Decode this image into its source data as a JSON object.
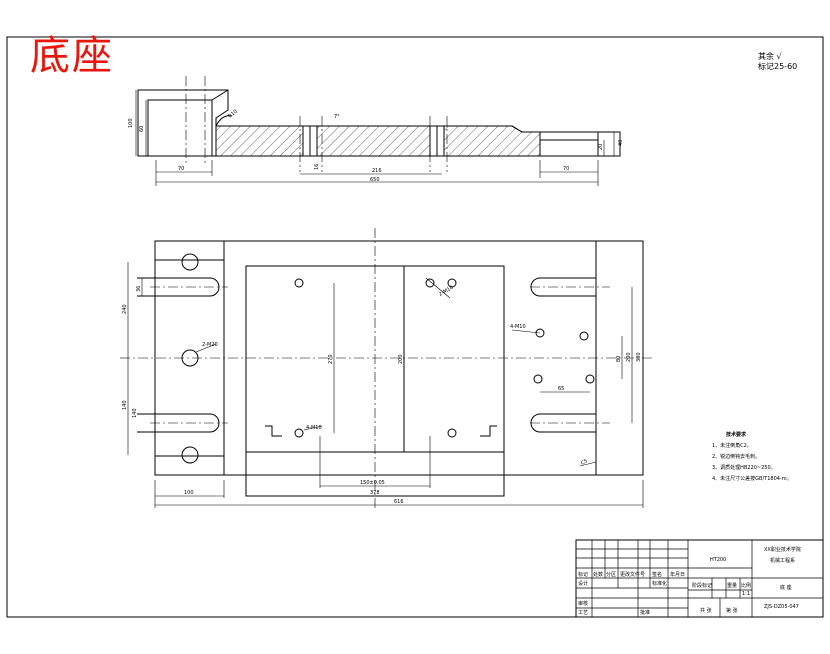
{
  "title_stamp": "底座",
  "roughness_note": {
    "line1": "其余 √",
    "line2": "标记25-60"
  },
  "side_view": {
    "dim_height_100": "100",
    "dim_height_60": "60",
    "dim_radius": "R10",
    "dim_left_70": "70",
    "dim_center_216": "216",
    "dim_slot_16": "16",
    "dim_right_70": "70",
    "dim_right_20": "20",
    "dim_right_40": "40",
    "dim_total_650": "650",
    "dim_angle": "7°"
  },
  "plan_view": {
    "dim_left_100": "100",
    "dim_total_616": "616",
    "dim_378": "378",
    "dim_left_240": "240",
    "dim_left_140": "140",
    "dim_left_36": "36",
    "dim_left_140b": "140",
    "dim_270": "270",
    "dim_200": "200",
    "dim_150": "150±0.05",
    "dim_right_80": "80",
    "dim_right_200": "200",
    "dim_right_380": "380",
    "dim_right_65": "65",
    "hole_note_top": "2-M10",
    "hole_note_right": "4-M10",
    "hole_note_bottom": "4-M10",
    "hole_note_center": "2-M20",
    "chamfer_note": "C5"
  },
  "tech_requirements": {
    "title": "技术要求",
    "items": [
      "1、未注倒角C2。",
      "2、锐边倒钝去毛刺。",
      "3、调质处理HB220~250。",
      "4、未注尺寸公差按GB/T1804-m。"
    ]
  },
  "title_block": {
    "part_name": "底 座",
    "material": "HT200",
    "school": "XX职业技术学院",
    "school2": "机械工程系",
    "drawing_no": "ZJS-DZ05-047",
    "scale_value": "1:1",
    "labels": {
      "mark": "标记",
      "count": "处数",
      "zone": "分区",
      "change_no": "更改文件号",
      "signature": "签名",
      "date": "年月日",
      "designer": "设计",
      "standardize": "标准化",
      "stage_mark": "阶段标记",
      "weight": "重量",
      "scale": "比例",
      "review": "审核",
      "process": "工艺",
      "approve": "批准",
      "sheet_total": "共 张",
      "sheet_no": "第 张"
    }
  }
}
